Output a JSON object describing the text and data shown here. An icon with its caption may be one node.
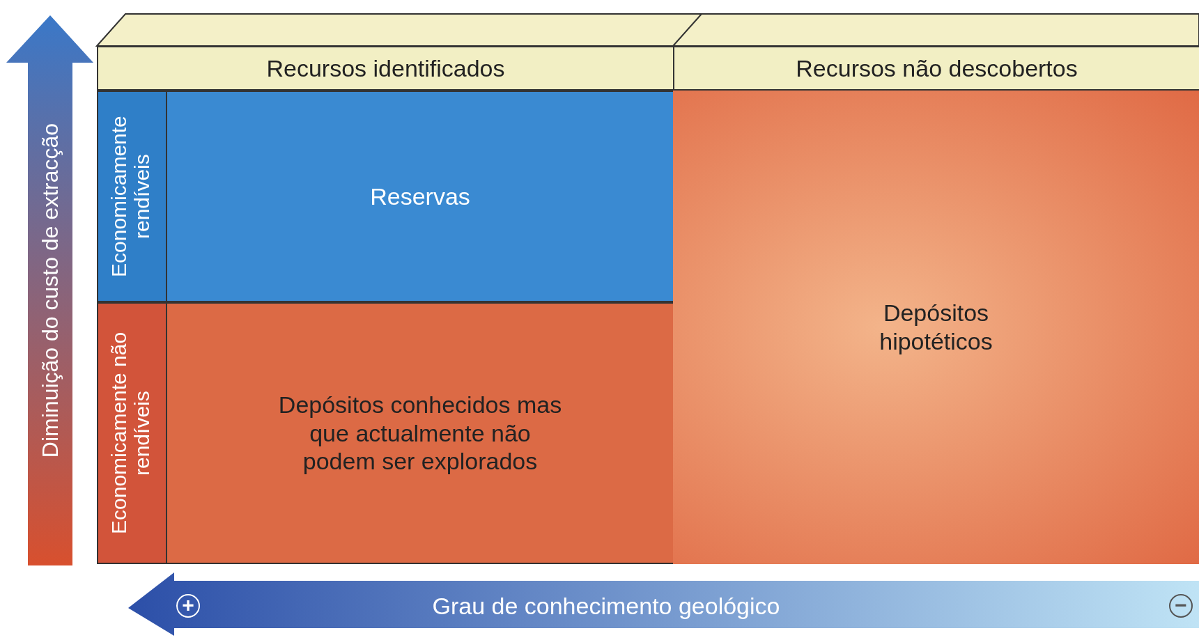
{
  "diagram": {
    "nodes": [
      {
        "text": [
          "Recursos identificados"
        ]
      },
      {
        "text": [
          "Recursos não descobertos"
        ]
      },
      {
        "text": [
          "Economicamente rendíveis"
        ]
      },
      {
        "text": [
          "Reservas"
        ]
      },
      {
        "text": [
          "Economicamente não rendíveis"
        ]
      },
      {
        "text": [
          "Depósitos conhecidos mas que actualmente não podem ser explorados"
        ]
      },
      {
        "text": [
          "Depósitos hipotéticos"
        ]
      }
    ],
    "labels": [
      "Diminuição do custo de extracção",
      "+",
      "Grau de conhecimento geológico",
      "−"
    ]
  }
}
